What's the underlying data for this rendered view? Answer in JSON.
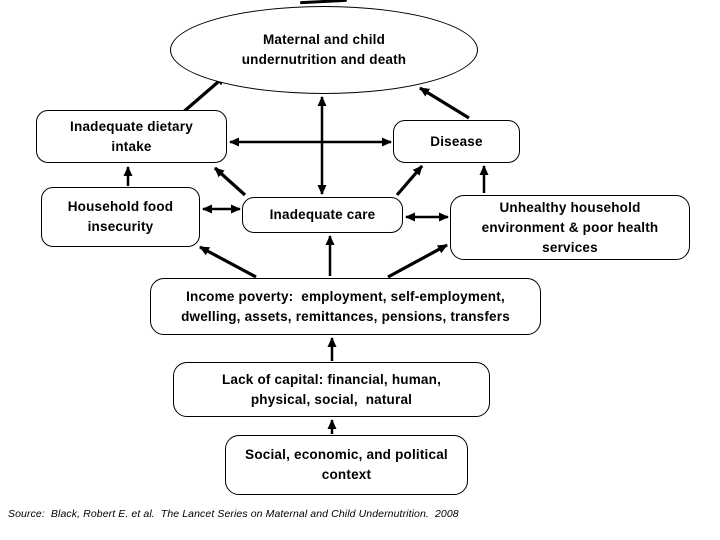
{
  "slide": {
    "background_color": "#ffffff",
    "line_color": "#000000",
    "text_color": "#000000"
  },
  "ellipse": {
    "lines": [
      "Maternal and child",
      "undernutrition and death"
    ]
  },
  "boxes": {
    "dietary": {
      "lines": [
        "Inadequate dietary",
        "intake"
      ]
    },
    "disease": {
      "lines": [
        "Disease"
      ]
    },
    "household": {
      "lines": [
        "Household food",
        "insecurity"
      ]
    },
    "care": {
      "lines": [
        "Inadequate care"
      ]
    },
    "unhealthy": {
      "lines": [
        "Unhealthy household",
        "environment & poor health",
        "services"
      ]
    },
    "income": {
      "lines": [
        "Income poverty:  employment, self-employment,",
        "dwelling, assets, remittances, pensions, transfers"
      ]
    },
    "capital": {
      "lines": [
        "Lack of capital: financial, human,",
        "physical, social,  natural"
      ]
    },
    "context": {
      "lines": [
        "Social, economic, and political",
        "context"
      ]
    }
  },
  "source": {
    "text": "Source:  Black, Robert E. et al.  The Lancet Series on Maternal and Child Undernutrition.  2008"
  }
}
